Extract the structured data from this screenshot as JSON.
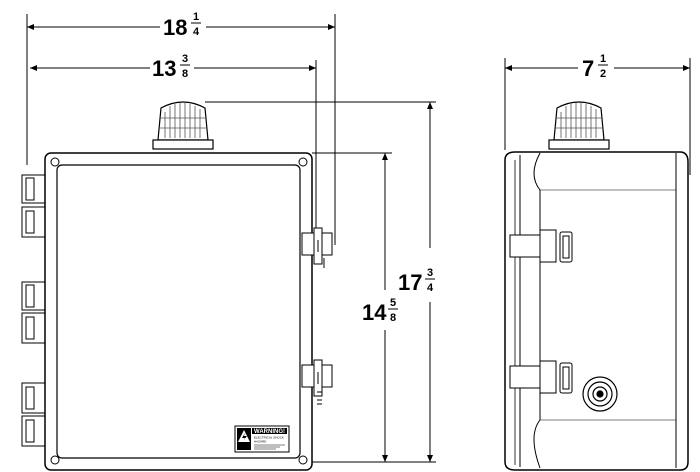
{
  "dimensions": {
    "overall_width": {
      "whole": "18",
      "num": "1",
      "den": "4"
    },
    "body_width": {
      "whole": "13",
      "num": "3",
      "den": "8"
    },
    "side_depth": {
      "whole": "7",
      "num": "1",
      "den": "2"
    },
    "body_height": {
      "whole": "14",
      "num": "5",
      "den": "8"
    },
    "overall_height": {
      "whole": "17",
      "num": "3",
      "den": "4"
    }
  },
  "warning_label": {
    "title": "WARNING!",
    "line1": "ELECTRICAL SHOCK",
    "line2": "HAZARD"
  },
  "icons": {
    "beacon": "alarm-beacon-icon",
    "shock": "electrical-shock-icon",
    "horn": "alarm-horn-icon"
  }
}
